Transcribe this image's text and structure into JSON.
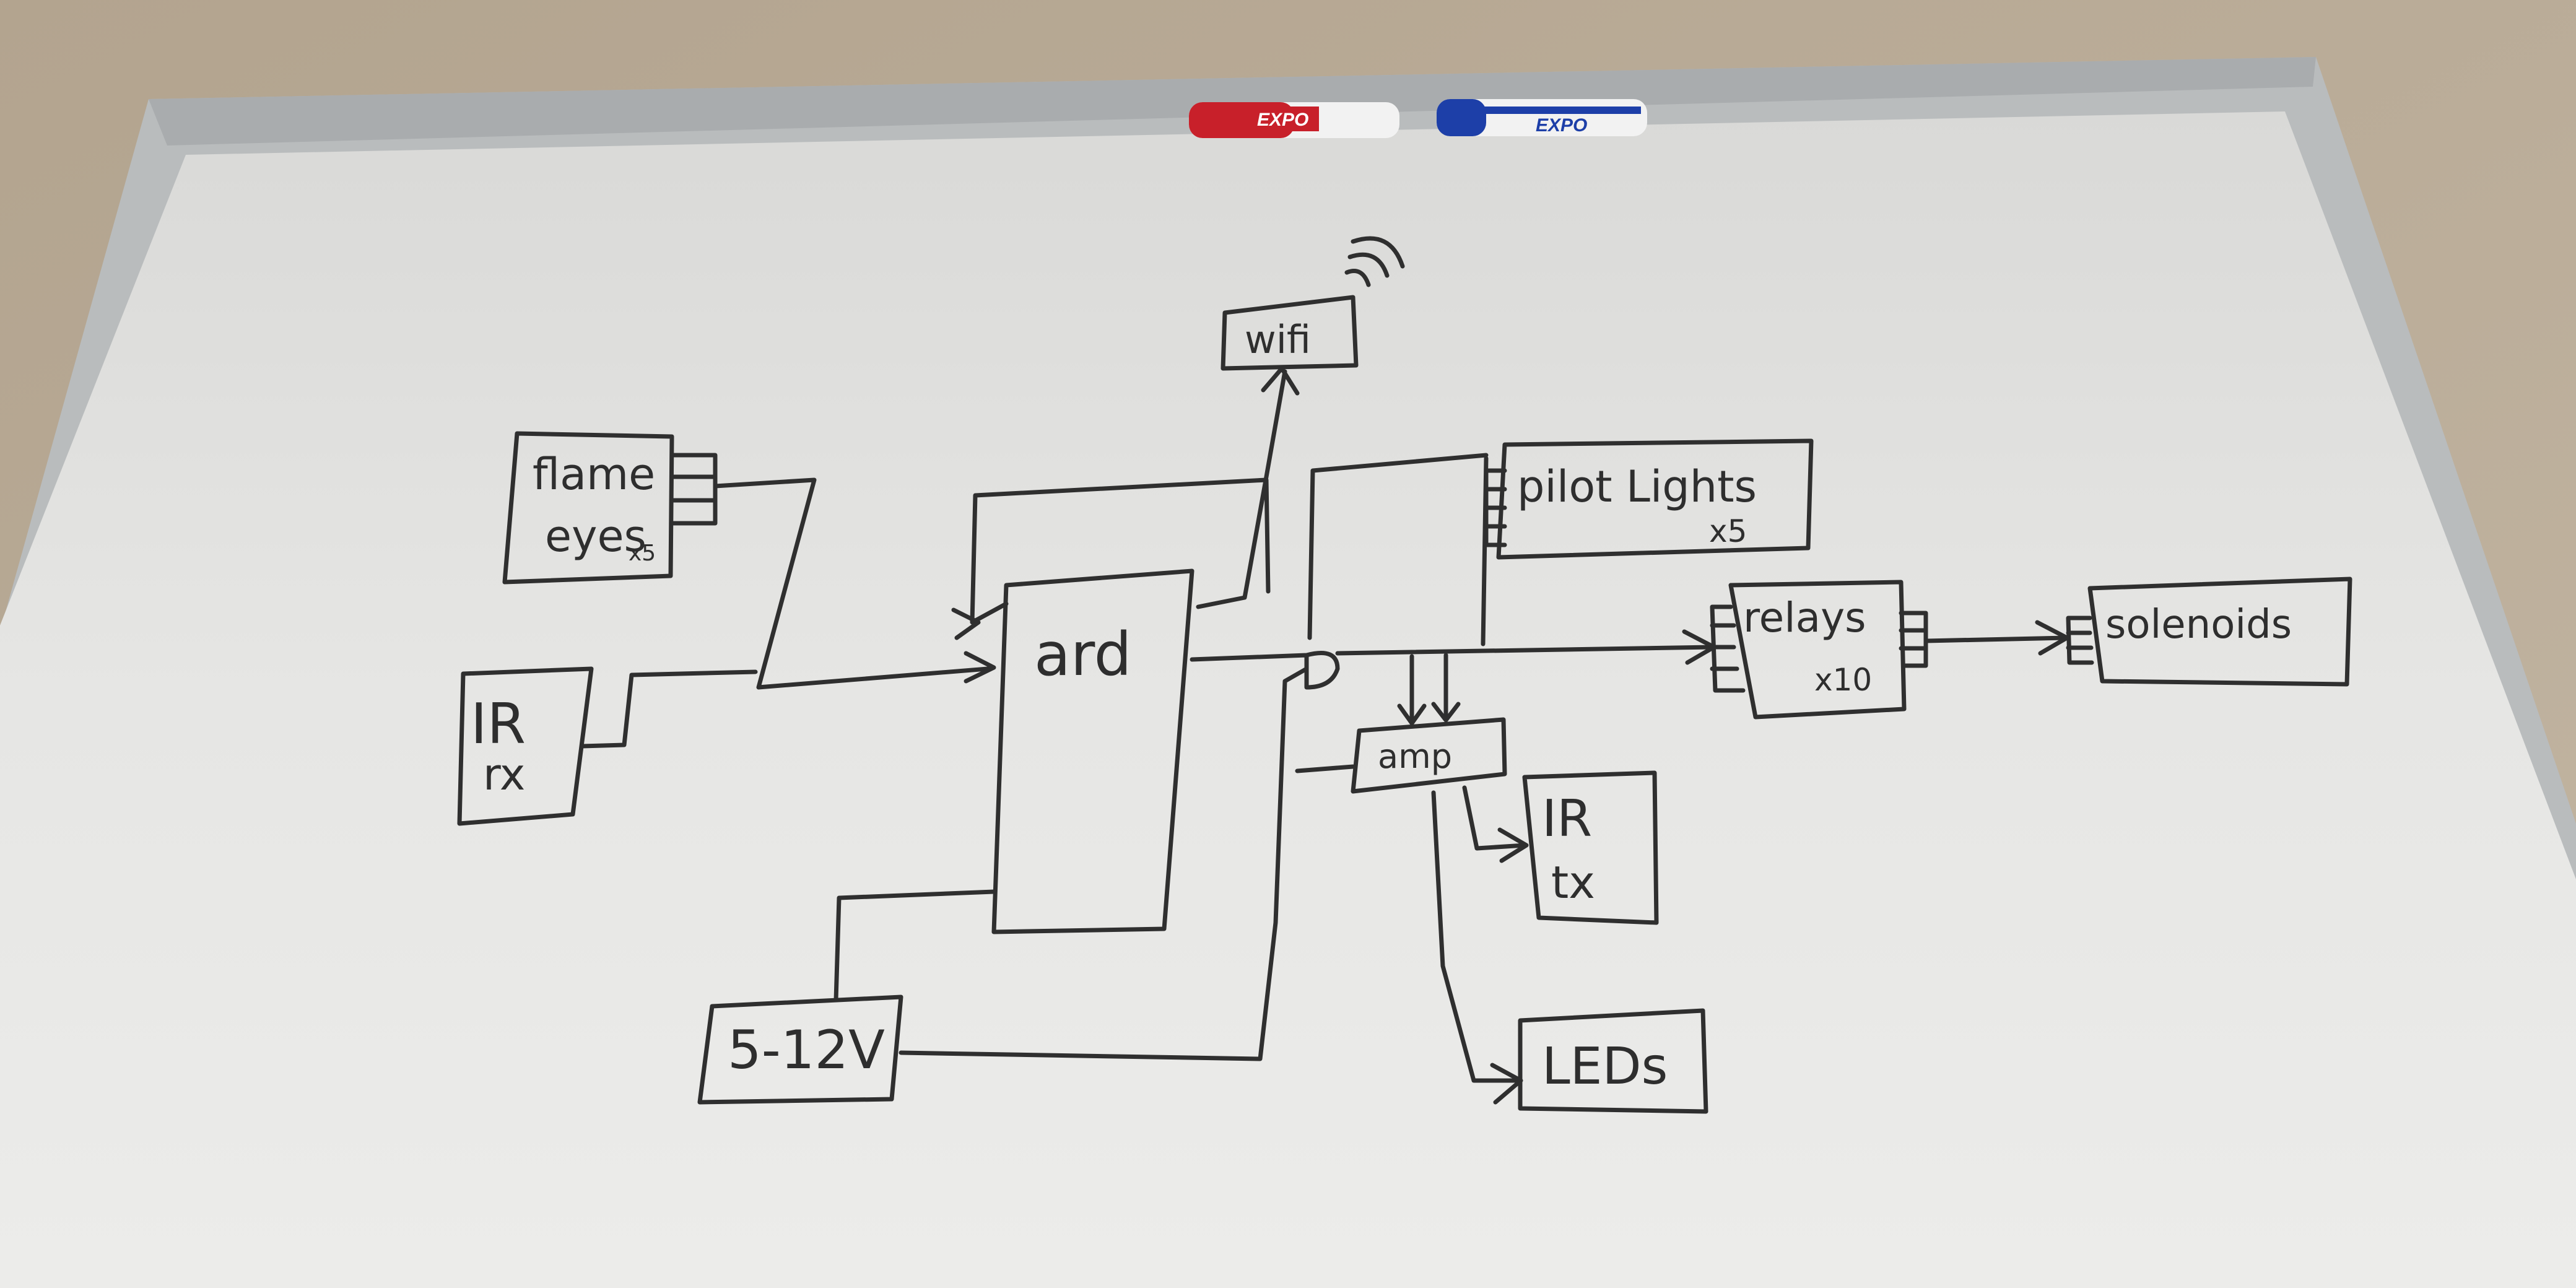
{
  "scene": {
    "kind": "photo of hand-drawn whiteboard block diagram",
    "colors": {
      "carpet": "#b8aa96",
      "board": "#e7e7e5",
      "frame": "#b9bcbd",
      "ink": "#2f2f2f",
      "marker_red": "#c8202a",
      "marker_blue": "#1d3fa8"
    }
  },
  "markers": [
    {
      "brand": "EXPO",
      "color": "red"
    },
    {
      "brand": "EXPO",
      "color": "blue"
    }
  ],
  "diagram": {
    "wifi": "wifi",
    "flame_eyes": {
      "line1": "flame",
      "line2": "eyes",
      "qty": "x5"
    },
    "ir_rx": {
      "line1": "IR",
      "line2": "rx"
    },
    "ard": "ard",
    "power": "5-12V",
    "pilot_lights": {
      "label": "pilot Lights",
      "qty": "x5"
    },
    "relays": {
      "label": "relays",
      "qty": "x10"
    },
    "solenoids": "solenoids",
    "amp": "amp",
    "ir_tx": {
      "line1": "IR",
      "line2": "tx"
    },
    "leds": "LEDs"
  }
}
